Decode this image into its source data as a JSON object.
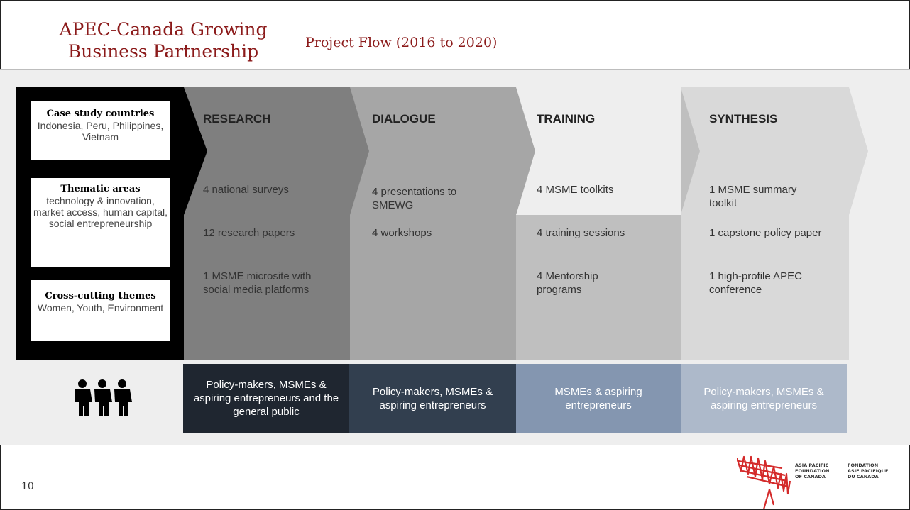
{
  "header": {
    "title_line1": "APEC-Canada Growing",
    "title_line2": "Business Partnership",
    "subtitle": "Project Flow (2016 to 2020)"
  },
  "left_panel": [
    {
      "title": "Case study countries",
      "body": "Indonesia, Peru, Philippines, Vietnam"
    },
    {
      "title": "Thematic areas",
      "body": "technology & innovation, market access, human capital, social entrepreneurship"
    },
    {
      "title": "Cross-cutting themes",
      "body": "Women, Youth, Environment"
    }
  ],
  "stages": [
    {
      "name": "RESEARCH",
      "items": [
        "4 national surveys",
        "12 research papers",
        "1 MSME microsite with social media platforms"
      ],
      "color": "#7f7f7f"
    },
    {
      "name": "DIALOGUE",
      "items": [
        "4 presentations to SMEWG",
        "4 workshops"
      ],
      "color": "#a6a6a6"
    },
    {
      "name": "TRAINING",
      "items": [
        "4 MSME toolkits",
        "4 training sessions",
        "4 Mentorship programs"
      ],
      "color": "#bfbfbf"
    },
    {
      "name": "SYNTHESIS",
      "items": [
        "1 MSME summary toolkit",
        "1 capstone policy paper",
        "1 high-profile APEC conference"
      ],
      "color": "#d9d9d9"
    }
  ],
  "audiences": [
    {
      "text": "Policy-makers, MSMEs & aspiring entrepreneurs and the general public",
      "color": "#1f2630"
    },
    {
      "text": "Policy-makers, MSMEs & aspiring entrepreneurs",
      "color": "#323f4f"
    },
    {
      "text": "MSMEs & aspiring entrepreneurs",
      "color": "#8496b0"
    },
    {
      "text": "Policy-makers, MSMEs & aspiring entrepreneurs",
      "color": "#adb9ca"
    }
  ],
  "people_icon": "people-group-icon",
  "page_number": "10",
  "logo": {
    "en_line1": "ASIA PACIFIC",
    "en_line2": "FOUNDATION",
    "en_line3": "OF CANADA",
    "fr_line1": "FONDATION",
    "fr_line2": "ASIE PACIFIQUE",
    "fr_line3": "DU CANADA"
  }
}
